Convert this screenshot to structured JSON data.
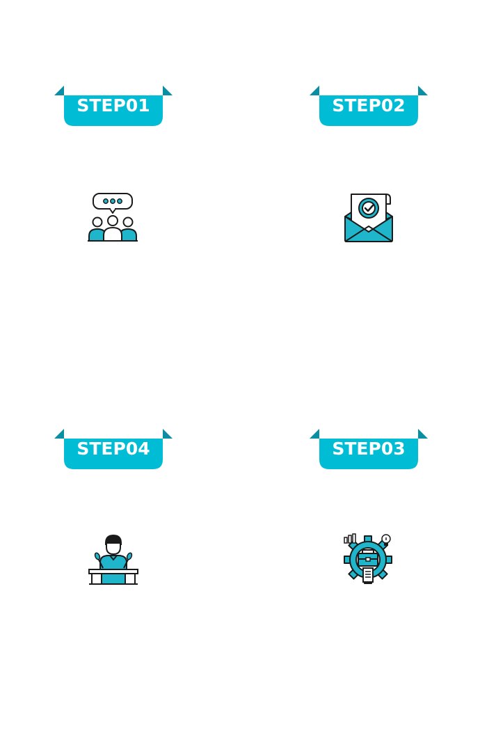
{
  "colors": {
    "ribbon": "#00bcd4",
    "ribbon_fold": "#0a8ea3",
    "icon_accent": "#1fb6cc",
    "icon_outline": "#1a1a1a",
    "background": "#ffffff"
  },
  "steps": [
    {
      "label": "STEP01",
      "icon": "team-discussion-icon"
    },
    {
      "label": "STEP02",
      "icon": "approval-envelope-icon"
    },
    {
      "label": "STEP04",
      "icon": "speaker-podium-icon"
    },
    {
      "label": "STEP03",
      "icon": "business-gear-icon"
    }
  ]
}
